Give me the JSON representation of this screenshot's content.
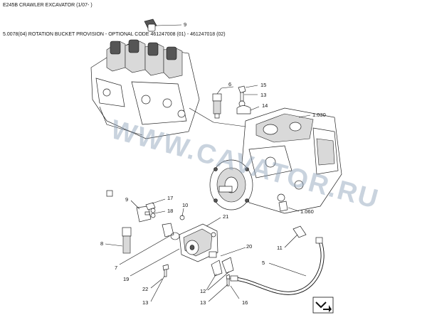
{
  "header": {
    "title": "E245B CRAWLER EXCAVATOR (1/07- )",
    "subtitle": "5.0078(04) ROTATION BUCKET PROVISION - OPTIONAL CODE 461247008 (01) - 461247018 (02)"
  },
  "callouts": {
    "c9_top": "9",
    "c6": "6",
    "c15": "15",
    "c13_top": "13",
    "c14": "14",
    "c1030": "1.030",
    "c1060": "1.060",
    "c17": "17",
    "c9_mid": "9",
    "c18": "18",
    "c10": "10",
    "c21": "21",
    "c8": "8",
    "c7": "7",
    "c19": "19",
    "c20": "20",
    "c11": "11",
    "c5": "5",
    "c22": "22",
    "c12": "12",
    "c13_bottom": "13",
    "c13_right": "13",
    "c16": "16"
  },
  "watermark": "WWW.CAVATOR.RU",
  "icons": {
    "nav": "next-page-arrow-icon"
  }
}
